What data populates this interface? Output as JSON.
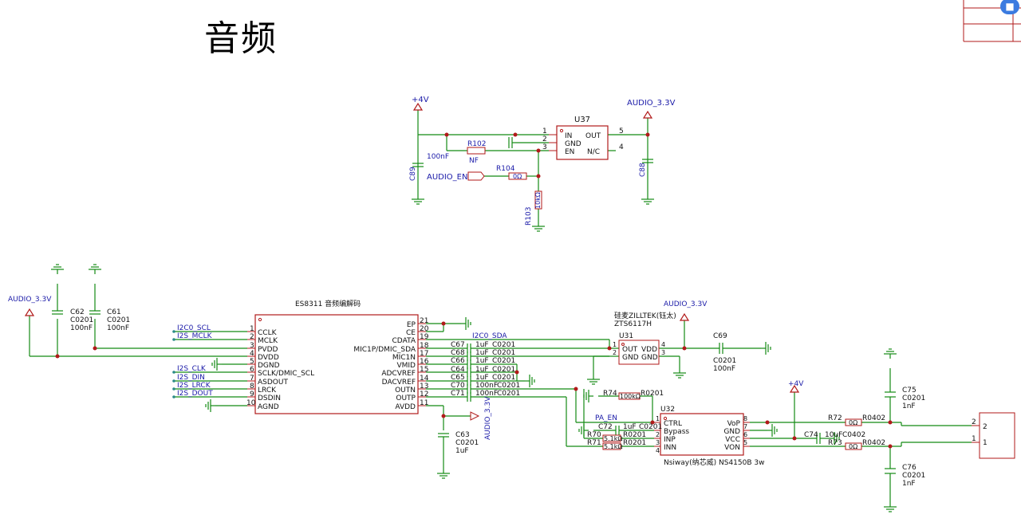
{
  "page_title": "音频",
  "colors": {
    "wire": "#138a13",
    "body": "#b11a1a",
    "net": "#1a1aa8",
    "text": "#111111"
  },
  "ldo": {
    "vin": "+4V",
    "vout": "AUDIO_3.3V",
    "ref": "U37",
    "pins_left": [
      {
        "num": "1",
        "name": "IN"
      },
      {
        "num": "2",
        "name": "GND"
      },
      {
        "num": "3",
        "name": "EN"
      }
    ],
    "pins_right": [
      {
        "num": "5",
        "name": "OUT"
      },
      {
        "num": "4",
        "name": "N/C"
      }
    ],
    "c_in_ref": "C89",
    "c_in_val": "100nF",
    "c_out_ref": "C88",
    "r_nf_ref": "R102",
    "r_nf_val": "NF",
    "r_en_ref": "R104",
    "r_en_val": "0Ω",
    "r_pd_ref": "R103",
    "r_pd_val": "10kΩ",
    "en_net": "AUDIO_EN"
  },
  "codec": {
    "title": "ES8311 音频编解码",
    "supply": "AUDIO_3.3V",
    "c62": {
      "ref": "C62",
      "pkg": "C0201",
      "val": "100nF"
    },
    "c61": {
      "ref": "C61",
      "pkg": "C0201",
      "val": "100nF"
    },
    "left_pins": [
      {
        "num": "1",
        "name": "CCLK",
        "net": "I2C0_SCL"
      },
      {
        "num": "2",
        "name": "MCLK",
        "net": "I2S_MCLK"
      },
      {
        "num": "3",
        "name": "PVDD",
        "net": ""
      },
      {
        "num": "4",
        "name": "DVDD",
        "net": ""
      },
      {
        "num": "5",
        "name": "DGND",
        "net": ""
      },
      {
        "num": "6",
        "name": "SCLK/DMIC_SCL",
        "net": "I2S_CLK"
      },
      {
        "num": "7",
        "name": "ASDOUT",
        "net": "I2S_DIN"
      },
      {
        "num": "8",
        "name": "LRCK",
        "net": "I2S_LRCK"
      },
      {
        "num": "9",
        "name": "DSDIN",
        "net": "I2S_DOUT"
      },
      {
        "num": "10",
        "name": "AGND",
        "net": ""
      }
    ],
    "right_pins": [
      {
        "num": "21",
        "name": "EP"
      },
      {
        "num": "20",
        "name": "CE"
      },
      {
        "num": "19",
        "name": "CDATA"
      },
      {
        "num": "18",
        "name": "MIC1P/DMIC_SDA"
      },
      {
        "num": "17",
        "name": "MIC1N"
      },
      {
        "num": "16",
        "name": "VMID"
      },
      {
        "num": "15",
        "name": "ADCVREF"
      },
      {
        "num": "14",
        "name": "DACVREF"
      },
      {
        "num": "13",
        "name": "OUTN"
      },
      {
        "num": "12",
        "name": "OUTP"
      },
      {
        "num": "11",
        "name": "AVDD"
      }
    ],
    "sda_net": "I2C0_SDA",
    "caps": [
      {
        "ref": "C67",
        "val": "1uF",
        "pkg": "C0201"
      },
      {
        "ref": "C68",
        "val": "1uF",
        "pkg": "C0201"
      },
      {
        "ref": "C66",
        "val": "1uF",
        "pkg": "C0201"
      },
      {
        "ref": "C64",
        "val": "1uF",
        "pkg": "C0201"
      },
      {
        "ref": "C65",
        "val": "1uF",
        "pkg": "C0201"
      },
      {
        "ref": "C70",
        "val": "100nF",
        "pkg": "C0201"
      },
      {
        "ref": "C71",
        "val": "100nF",
        "pkg": "C0201"
      }
    ],
    "c63": {
      "ref": "C63",
      "pkg": "C0201",
      "val": "1uF"
    },
    "avdd_net": "AUDIO_3.3V"
  },
  "mic": {
    "vendor": "硅麦ZILLTEK(钰太)",
    "part": "ZTS6117H",
    "supply": "AUDIO_3.3V",
    "ref": "U31",
    "pins_left": [
      {
        "num": "1",
        "name": "OUT"
      },
      {
        "num": "2",
        "name": "GND"
      }
    ],
    "pins_right": [
      {
        "num": "4",
        "name": "VDD"
      },
      {
        "num": "3",
        "name": "GND"
      }
    ],
    "c69": {
      "ref": "C69",
      "pkg": "C0201",
      "val": "100nF"
    }
  },
  "amp": {
    "ref": "U32",
    "label": "Nsiway(纳芯威) NS4150B 3w",
    "pins_left": [
      {
        "num": "1",
        "name": "CTRL"
      },
      {
        "num": "2",
        "name": "Bypass"
      },
      {
        "num": "3",
        "name": "INP"
      },
      {
        "num": "4",
        "name": "INN"
      }
    ],
    "pins_right": [
      {
        "num": "8",
        "name": "VoP"
      },
      {
        "num": "7",
        "name": "GND"
      },
      {
        "num": "6",
        "name": "VCC"
      },
      {
        "num": "5",
        "name": "VON"
      }
    ],
    "r74": {
      "ref": "R74",
      "val": "100kΩ",
      "pkg": "R0201"
    },
    "pa_en": "PA_EN",
    "c72": {
      "ref": "C72",
      "val": "1uF",
      "pkg": "C0201"
    },
    "r70": {
      "ref": "R70",
      "val": "5.1kΩ",
      "pkg": "R0201"
    },
    "r71": {
      "ref": "R71",
      "val": "5.1kΩ",
      "pkg": "R0201"
    },
    "vcc": "+4V",
    "c74": {
      "ref": "C74",
      "val": "10uF",
      "pkg": "C0402"
    },
    "r72": {
      "ref": "R72",
      "val": "0Ω",
      "pkg": "R0402"
    },
    "r73": {
      "ref": "R73",
      "val": "0Ω",
      "pkg": "R0402"
    },
    "c75": {
      "ref": "C75",
      "pkg": "C0201",
      "val": "1nF"
    },
    "c76": {
      "ref": "C76",
      "pkg": "C0201",
      "val": "1nF"
    },
    "connector_pins": [
      "2",
      "1"
    ]
  }
}
